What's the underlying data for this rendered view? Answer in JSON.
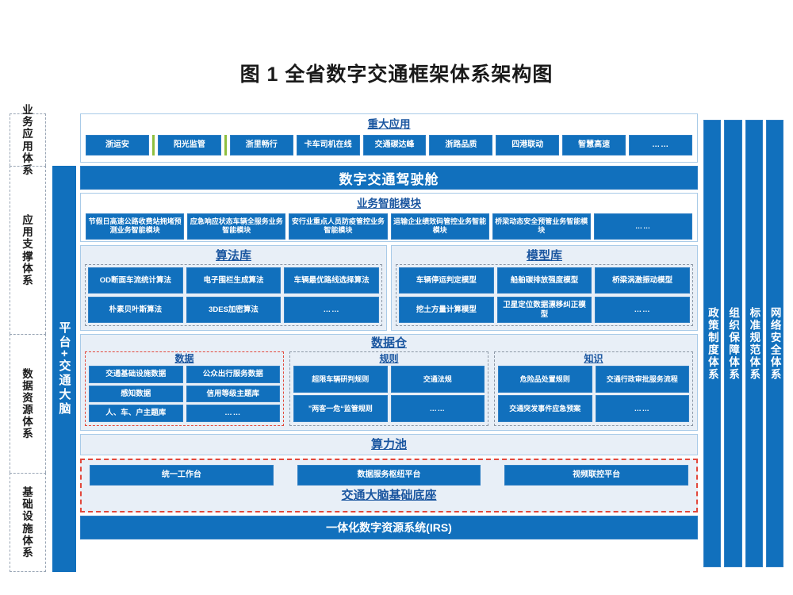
{
  "title": "图 1  全省数字交通框架体系架构图",
  "colors": {
    "primary_blue": "#1170bd",
    "panel_fill": "#e8eff7",
    "panel_border": "#a9cbe8",
    "head_text": "#1a56a0",
    "accent_red": "#e2483c",
    "accent_green": "#8fbf3f"
  },
  "tiers": [
    {
      "label": "业务应用体系"
    },
    {
      "label": "应用支撑体系"
    },
    {
      "label": "数据资源体系"
    },
    {
      "label": "基础设施体系"
    }
  ],
  "platform_bar": {
    "label": "平台+交通大脑"
  },
  "right_bars": [
    {
      "label": "政策制度体系"
    },
    {
      "label": "组织保障体系"
    },
    {
      "label": "标准规范体系"
    },
    {
      "label": "网络安全体系"
    }
  ],
  "major_apps": {
    "title": "重大应用",
    "items": [
      "浙运安",
      "阳光监管",
      "浙里畅行",
      "卡车司机在线",
      "交通碳达峰",
      "浙路品质",
      "四港联动",
      "智慧高速",
      "……"
    ]
  },
  "cockpit": {
    "title": "数字交通驾驶舱"
  },
  "biz_modules": {
    "title": "业务智能模块",
    "items": [
      "节假日高速公路收费站拥堵预测业务智能模块",
      "应急响应状态车辆全服务业务智能模块",
      "安行业重点人员防疫管控业务智能模块",
      "运输企业绩效码管控业务智能模块",
      "桥梁动态安全预管业务智能模块",
      "……"
    ]
  },
  "algorithm_library": {
    "title": "算法库",
    "rows": [
      [
        "OD断面车流统计算法",
        "电子围栏生成算法",
        "车辆最优路线选择算法"
      ],
      [
        "朴素贝叶斯算法",
        "3DES加密算法",
        "……"
      ]
    ]
  },
  "model_library": {
    "title": "模型库",
    "rows": [
      [
        "车辆停运判定模型",
        "船舶碳排放强度模型",
        "桥梁涡激振动模型"
      ],
      [
        "挖土方量计算模型",
        "卫星定位数据漂移纠正模型",
        "……"
      ]
    ]
  },
  "data_warehouse": {
    "title": "数据仓",
    "groups": [
      {
        "title": "数据",
        "rows": [
          [
            "交通基础设施数据",
            "公众出行服务数据"
          ],
          [
            "感知数据",
            "信用等级主题库"
          ],
          [
            "人、车、户主题库",
            "……"
          ]
        ]
      },
      {
        "title": "规则",
        "rows": [
          [
            "超限车辆研判规则",
            "交通法规"
          ],
          [
            "”两客一危“监管规则",
            "……"
          ]
        ]
      },
      {
        "title": "知识",
        "rows": [
          [
            "危险品处置规则",
            "交通行政审批服务流程"
          ],
          [
            "交通突发事件应急预案",
            "……"
          ]
        ]
      }
    ]
  },
  "compute_pool": {
    "title": "算力池"
  },
  "base_platform": {
    "items": [
      "统一工作台",
      "数据服务枢纽平台",
      "视频联控平台"
    ],
    "caption": "交通大脑基础底座"
  },
  "irs": {
    "title": "一体化数字资源系统(IRS)"
  }
}
